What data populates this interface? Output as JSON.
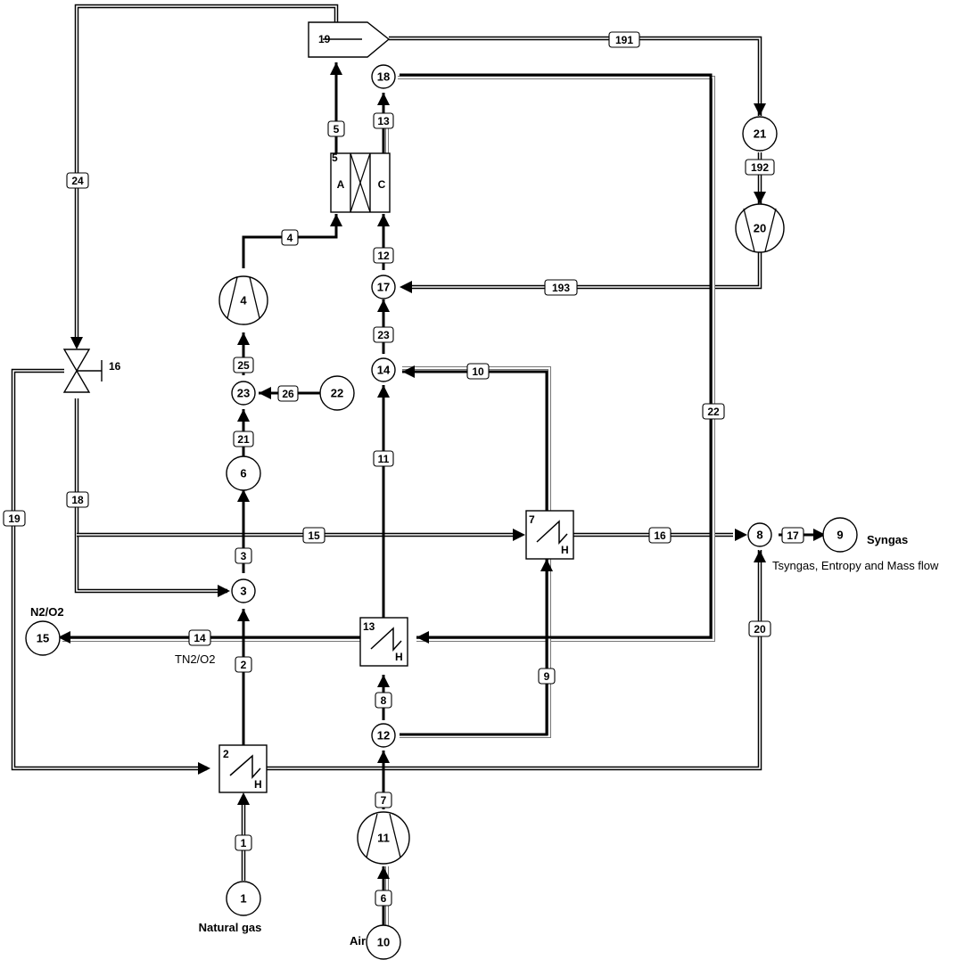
{
  "nodes": {
    "n1": "1",
    "n3": "3",
    "n4": "4",
    "n6": "6",
    "n8": "8",
    "n9": "9",
    "n10": "10",
    "n11": "11",
    "n12": "12",
    "n14": "14",
    "n15": "15",
    "n17": "17",
    "n18": "18",
    "n20": "20",
    "n21": "21",
    "n22": "22",
    "n23": "23"
  },
  "components": {
    "splitter": "19",
    "reactor_id": "5",
    "reactor_anode": "A",
    "reactor_cathode": "C",
    "valve": "16",
    "hx2_id": "2",
    "hx7_id": "7",
    "hx13_id": "13",
    "hx_side": "H"
  },
  "streams": {
    "s1": "1",
    "s2": "2",
    "s3": "3",
    "s4": "4",
    "s5": "5",
    "s6": "6",
    "s7": "7",
    "s8": "8",
    "s9": "9",
    "s10": "10",
    "s11": "11",
    "s12": "12",
    "s13": "13",
    "s14": "14",
    "s15": "15",
    "s16": "16",
    "s17": "17",
    "s18": "18",
    "s19": "19",
    "s20": "20",
    "s21": "21",
    "s22": "22",
    "s23": "23",
    "s24": "24",
    "s25": "25",
    "s26": "26",
    "s191": "191",
    "s192": "192",
    "s193": "193"
  },
  "captions": {
    "natural_gas": "Natural gas",
    "air": "Air",
    "syngas": "Syngas",
    "syngas_note": "Tsyngas, Entropy and Mass flow",
    "n2o2": "N2/O2",
    "tn2o2": "TN2/O2"
  }
}
